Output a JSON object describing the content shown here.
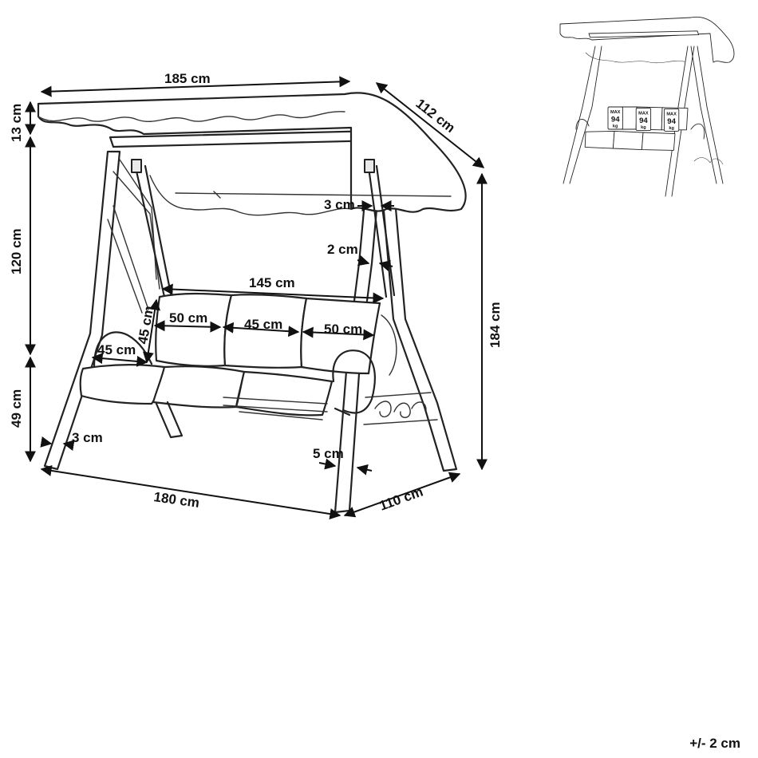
{
  "dimensions": {
    "canopy_width": "185 cm",
    "canopy_depth": "112 cm",
    "canopy_height": "13 cm",
    "upper_height": "120 cm",
    "seat_height": "49 cm",
    "total_height": "184 cm",
    "frame_width": "180 cm",
    "frame_depth": "110 cm",
    "post_width_top": "3 cm",
    "rod_width": "2 cm",
    "leg_width_left": "3 cm",
    "leg_width_right": "5 cm",
    "seat_width": "145 cm",
    "cushion_left": "50 cm",
    "cushion_middle": "45 cm",
    "cushion_right": "50 cm",
    "backrest_height": "45 cm",
    "seat_depth": "45 cm"
  },
  "thumbnail": {
    "weight_label": "MAX",
    "weight_value": "94",
    "weight_unit": "kg"
  },
  "tolerance": "+/- 2 cm"
}
